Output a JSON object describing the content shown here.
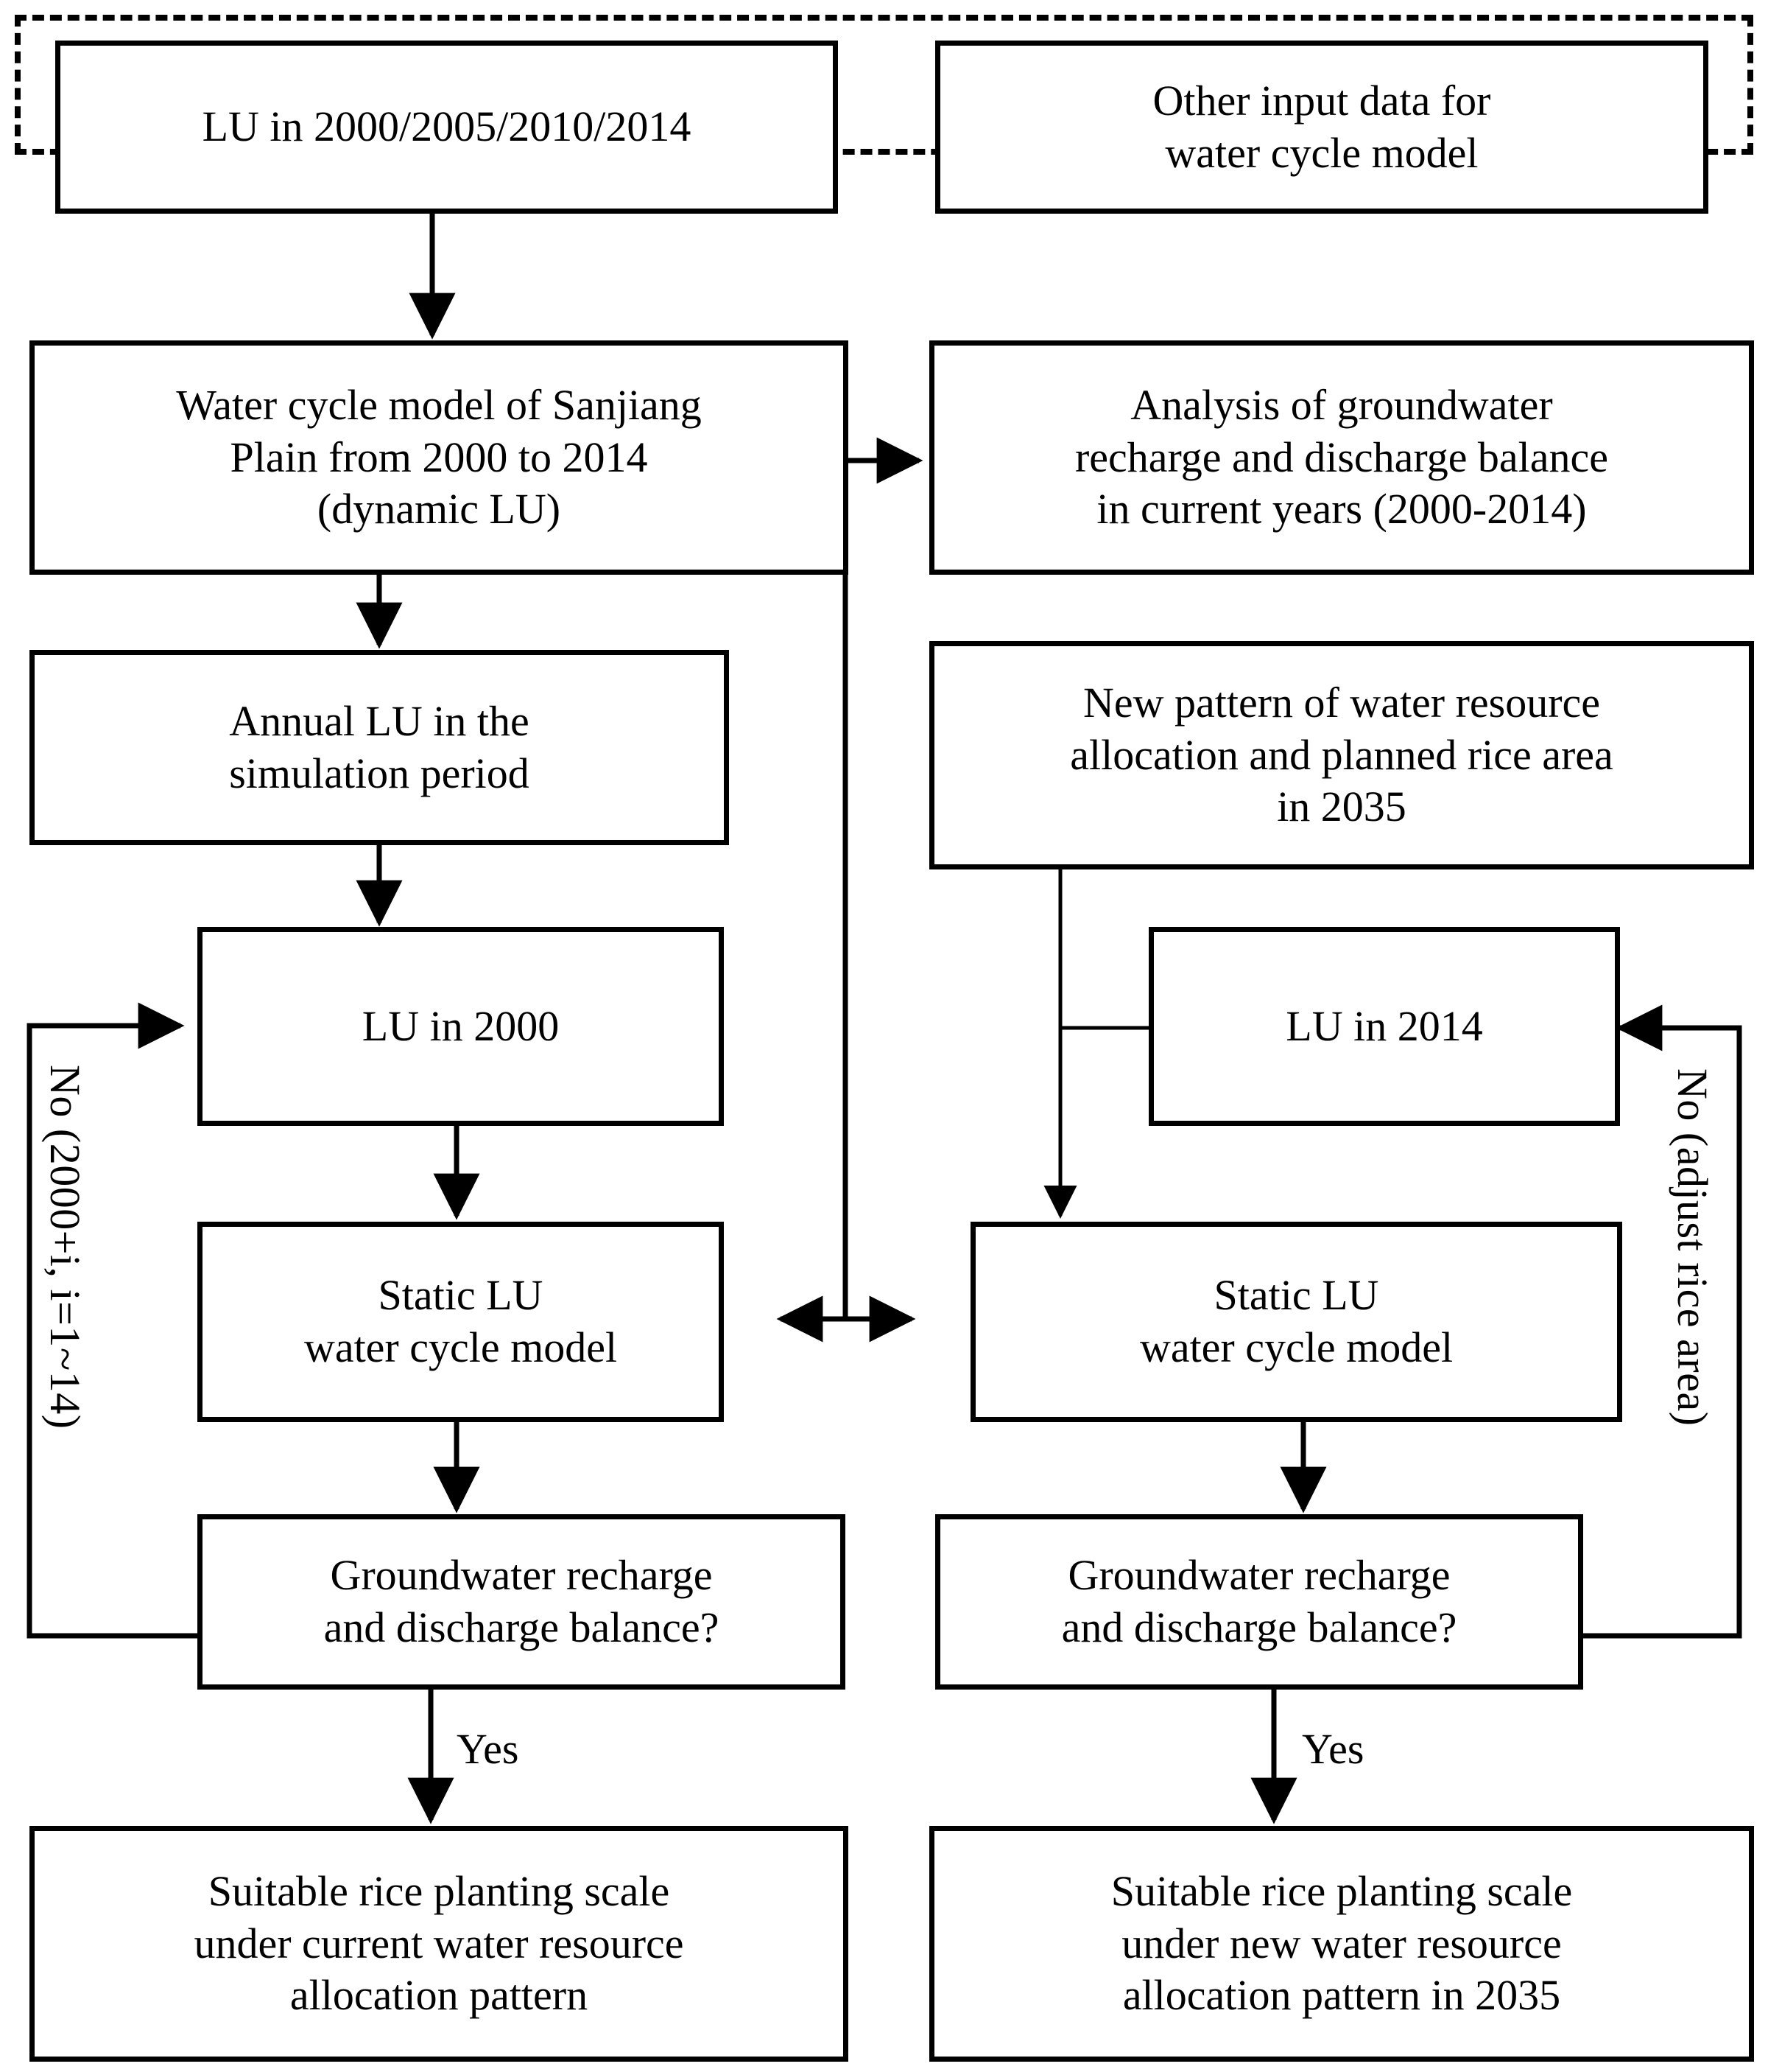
{
  "diagram": {
    "title": "Rice planting scale research framework flowchart",
    "stroke_color": "#000000",
    "background_color": "#ffffff",
    "nodes": {
      "lu_years": "LU in 2000/2005/2010/2014",
      "other_input": "Other input data for\nwater cycle model",
      "water_cycle_model": "Water cycle model of Sanjiang\nPlain from 2000 to 2014\n(dynamic LU)",
      "analysis_groundwater": "Analysis of groundwater\nrecharge and discharge balance\nin current years (2000-2014)",
      "annual_lu": "Annual LU in the\nsimulation period",
      "new_pattern": "New pattern of water resource\nallocation and planned rice area\nin 2035",
      "lu_2000": "LU in 2000",
      "lu_2014": "LU in 2014",
      "static_lu_left": "Static LU\nwater cycle model",
      "static_lu_right": "Static LU\nwater cycle model",
      "balance_left": "Groundwater recharge\nand discharge balance?",
      "balance_right": "Groundwater recharge\nand discharge balance?",
      "result_left": "Suitable rice planting scale\nunder current water resource\nallocation pattern",
      "result_right": "Suitable rice planting scale\nunder new water resource\nallocation pattern in 2035"
    },
    "edge_labels": {
      "yes_left": "Yes",
      "yes_right": "Yes",
      "no_left": "No (2000+i, i=1~14)",
      "no_right": "No (adjust rice area)"
    }
  }
}
